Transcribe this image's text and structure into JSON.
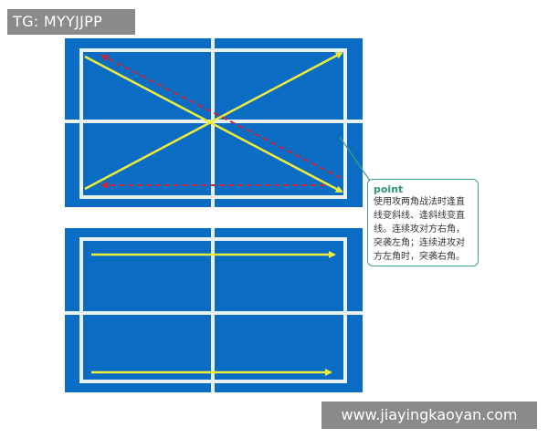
{
  "watermark": {
    "label": "TG: MYYJJPP"
  },
  "footer": {
    "url": "www.jiayingkaoyan.com"
  },
  "callout": {
    "title": "point",
    "text": "使用攻两角战法时逢直线变斜线、逢斜线变直线。连续攻对方右角，突袭左角；连续进攻对方左角时，突袭右角。"
  },
  "colors": {
    "court": "#0b6cc4",
    "court_lines": "#e9f2f7",
    "solid_arrow": "#f0ec3a",
    "dashed_arrow": "#c4283a",
    "callout_border": "#3aa37a"
  }
}
